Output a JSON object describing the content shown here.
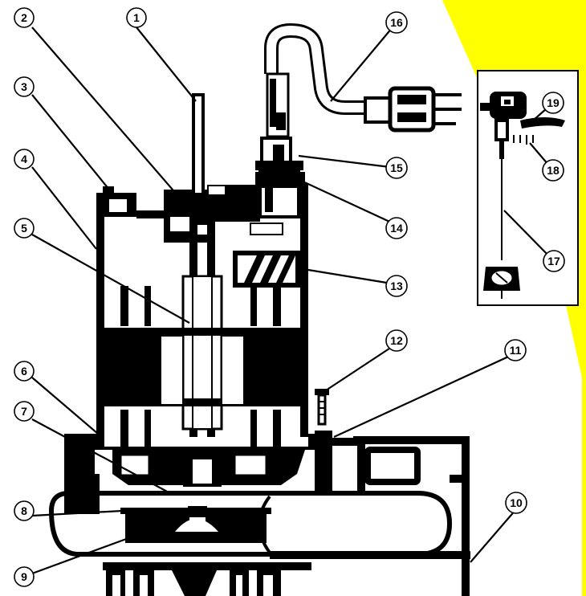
{
  "colors": {
    "highlight": "#FFFF00",
    "ink": "#000000",
    "background": "#FFFFFF"
  },
  "callouts": [
    {
      "id": "c1",
      "label": "1"
    },
    {
      "id": "c2",
      "label": "2"
    },
    {
      "id": "c3",
      "label": "3"
    },
    {
      "id": "c4",
      "label": "4"
    },
    {
      "id": "c5",
      "label": "5"
    },
    {
      "id": "c6",
      "label": "6"
    },
    {
      "id": "c7",
      "label": "7"
    },
    {
      "id": "c8",
      "label": "8"
    },
    {
      "id": "c9",
      "label": "9"
    },
    {
      "id": "c10",
      "label": "10"
    },
    {
      "id": "c11",
      "label": "11"
    },
    {
      "id": "c12",
      "label": "12"
    },
    {
      "id": "c13",
      "label": "13"
    },
    {
      "id": "c14",
      "label": "14"
    },
    {
      "id": "c15",
      "label": "15"
    },
    {
      "id": "c16",
      "label": "16"
    },
    {
      "id": "c17",
      "label": "17"
    },
    {
      "id": "c18",
      "label": "18"
    },
    {
      "id": "c19",
      "label": "19"
    }
  ]
}
